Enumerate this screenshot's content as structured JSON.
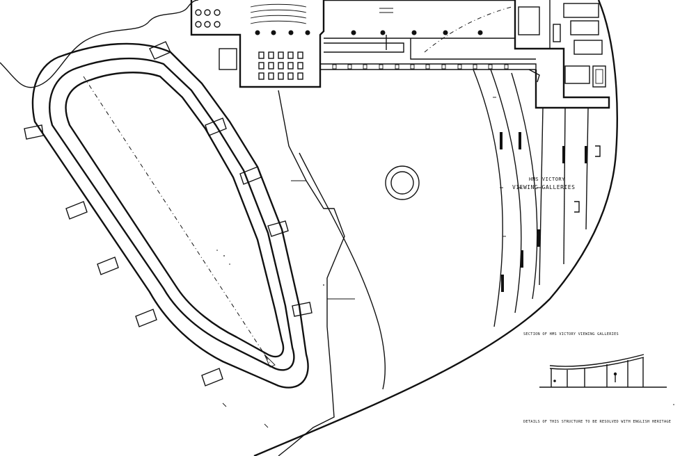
{
  "labels": {
    "galleries_line1": "HMS VICTORY",
    "galleries_line2": "VIEWING GALLERIES",
    "section_note": "SECTION OF HMS VICTORY VIEWING GALLERIES",
    "details_note": "DETAILS OF THIS STRUCTURE TO BE RESOLVED WITH ENGLISH HERITAGE"
  }
}
